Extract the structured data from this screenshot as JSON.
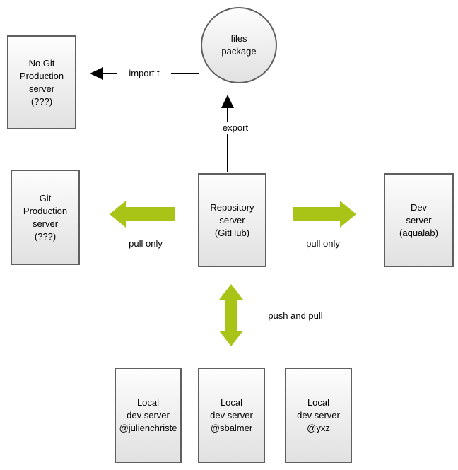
{
  "colors": {
    "arrow_green": "#a9c417",
    "connector_black": "#000000",
    "node_border_gray": "#5f5f5f",
    "node_fill_top": "#fdfdfd",
    "node_fill_bottom": "#e1e1e1",
    "background": "#ffffff"
  },
  "nodes": {
    "files_package": {
      "label": "files\npackage",
      "shape": "circle"
    },
    "no_git_production": {
      "label": "No Git\nProduction\nserver\n(???)",
      "shape": "rect"
    },
    "git_production": {
      "label": "Git\nProduction\nserver\n(???)",
      "shape": "rect"
    },
    "repository": {
      "label": "Repository\nserver\n(GitHub)",
      "shape": "rect"
    },
    "dev_server": {
      "label": "Dev\nserver\n(aqualab)",
      "shape": "rect"
    },
    "local_dev_1": {
      "label": "Local\ndev server\n@julienchriste",
      "shape": "rect"
    },
    "local_dev_2": {
      "label": "Local\ndev server\n@sbalmer",
      "shape": "rect"
    },
    "local_dev_3": {
      "label": "Local\ndev server\n@yxz",
      "shape": "rect"
    }
  },
  "edges": {
    "import": {
      "label": "import t",
      "from": "files_package",
      "to": "no_git_production",
      "style": "thin-black"
    },
    "export": {
      "label": "export",
      "from": "repository",
      "to": "files_package",
      "style": "thin-black"
    },
    "pull_only_left": {
      "label": "pull only",
      "from": "repository",
      "to": "git_production",
      "style": "thick-green"
    },
    "pull_only_right": {
      "label": "pull only",
      "from": "repository",
      "to": "dev_server",
      "style": "thick-green"
    },
    "push_and_pull": {
      "label": "push and pull",
      "from": "repository",
      "to": "local_dev_servers",
      "style": "thick-green-double"
    }
  }
}
